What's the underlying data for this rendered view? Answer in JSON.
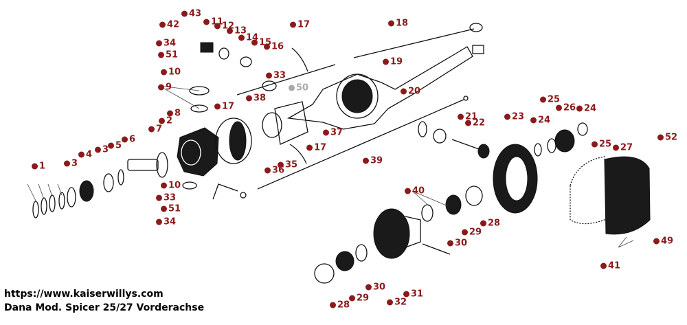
{
  "caption": {
    "url": "https://www.kaiserwillys.com",
    "title": "Dana Mod. Spicer 25/27 Vorderachse"
  },
  "colors": {
    "callout": "#8b1a1a",
    "callout_muted": "#a9a9a9",
    "ink": "#111111"
  },
  "callouts": [
    {
      "label": "1"
    },
    {
      "label": "2"
    },
    {
      "label": "3"
    },
    {
      "label": "3"
    },
    {
      "label": "4"
    },
    {
      "label": "5"
    },
    {
      "label": "6"
    },
    {
      "label": "7"
    },
    {
      "label": "8"
    },
    {
      "label": "9"
    },
    {
      "label": "10"
    },
    {
      "label": "10"
    },
    {
      "label": "11"
    },
    {
      "label": "12"
    },
    {
      "label": "13"
    },
    {
      "label": "14"
    },
    {
      "label": "15"
    },
    {
      "label": "16"
    },
    {
      "label": "17"
    },
    {
      "label": "17"
    },
    {
      "label": "17"
    },
    {
      "label": "18"
    },
    {
      "label": "19"
    },
    {
      "label": "20"
    },
    {
      "label": "21"
    },
    {
      "label": "22"
    },
    {
      "label": "23"
    },
    {
      "label": "24"
    },
    {
      "label": "24"
    },
    {
      "label": "25"
    },
    {
      "label": "25"
    },
    {
      "label": "26"
    },
    {
      "label": "27"
    },
    {
      "label": "28"
    },
    {
      "label": "28"
    },
    {
      "label": "29"
    },
    {
      "label": "29"
    },
    {
      "label": "30"
    },
    {
      "label": "30"
    },
    {
      "label": "31"
    },
    {
      "label": "32"
    },
    {
      "label": "33"
    },
    {
      "label": "33"
    },
    {
      "label": "34"
    },
    {
      "label": "34"
    },
    {
      "label": "35"
    },
    {
      "label": "36"
    },
    {
      "label": "37"
    },
    {
      "label": "38"
    },
    {
      "label": "39"
    },
    {
      "label": "40"
    },
    {
      "label": "41"
    },
    {
      "label": "42"
    },
    {
      "label": "43"
    },
    {
      "label": "49"
    },
    {
      "label": "50",
      "muted": true
    },
    {
      "label": "51"
    },
    {
      "label": "51"
    },
    {
      "label": "52"
    }
  ]
}
